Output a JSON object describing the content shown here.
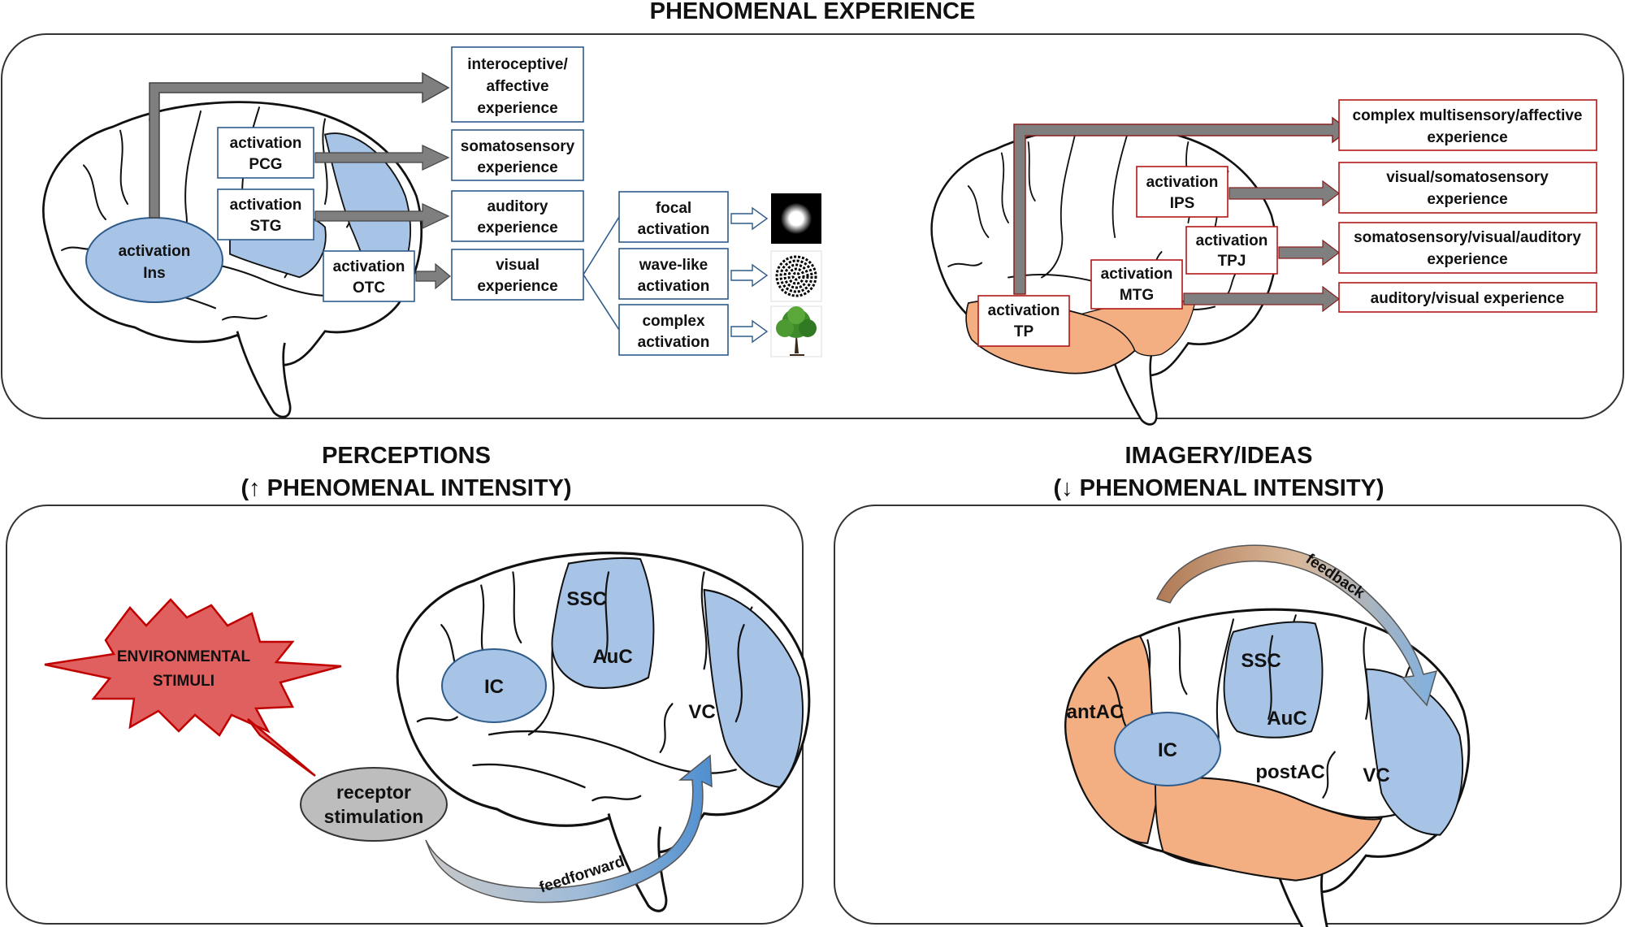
{
  "headings": {
    "top": "PHENOMENAL EXPERIENCE",
    "perceptions_line1": "PERCEPTIONS",
    "perceptions_line2": "(↑ PHENOMENAL INTENSITY)",
    "imagery_line1": "IMAGERY/IDEAS",
    "imagery_line2": "(↓ PHENOMENAL INTENSITY)"
  },
  "left_top": {
    "ins": [
      "activation",
      "Ins"
    ],
    "pcg": [
      "activation",
      "PCG"
    ],
    "stg": [
      "activation",
      "STG"
    ],
    "otc": [
      "activation",
      "OTC"
    ],
    "outputs": [
      [
        "interoceptive/",
        "affective",
        "experience"
      ],
      [
        "somatosensory",
        "experience"
      ],
      [
        "auditory",
        "experience"
      ],
      [
        "visual",
        "experience"
      ]
    ],
    "visual_types": [
      [
        "focal",
        "activation"
      ],
      [
        "wave-like",
        "activation"
      ],
      [
        "complex",
        "activation"
      ]
    ]
  },
  "right_top": {
    "ips": [
      "activation",
      "IPS"
    ],
    "tpj": [
      "activation",
      "TPJ"
    ],
    "mtg": [
      "activation",
      "MTG"
    ],
    "tp": [
      "activation",
      "TP"
    ],
    "outputs": [
      [
        "complex multisensory/affective",
        "experience"
      ],
      [
        "visual/somatosensory",
        "experience"
      ],
      [
        "somatosensory/visual/auditory",
        "experience"
      ],
      [
        "auditory/visual experience"
      ]
    ]
  },
  "perceptions": {
    "stimuli": [
      "ENVIRONMENTAL",
      "STIMULI"
    ],
    "receptor": [
      "receptor",
      "stimulation"
    ],
    "feedforward": "feedforward",
    "regions": {
      "ssc": "SSC",
      "auc": "AuC",
      "ic": "IC",
      "vc": "VC"
    }
  },
  "imagery": {
    "feedback": "feedback",
    "regions": {
      "ssc": "SSC",
      "auc": "AuC",
      "ic": "IC",
      "vc": "VC",
      "antac": "antAC",
      "postac": "postAC"
    }
  },
  "colors": {
    "blue_region": "#a7c4e6",
    "orange_region": "#f3ae82",
    "gray_arrow": "#7f7f7f",
    "star_fill": "#e06060",
    "star_stroke": "#c00000",
    "receptor_fill": "#bdbdbd",
    "feedback_brown": "#c08a60",
    "feedback_blue": "#8db6e0"
  }
}
